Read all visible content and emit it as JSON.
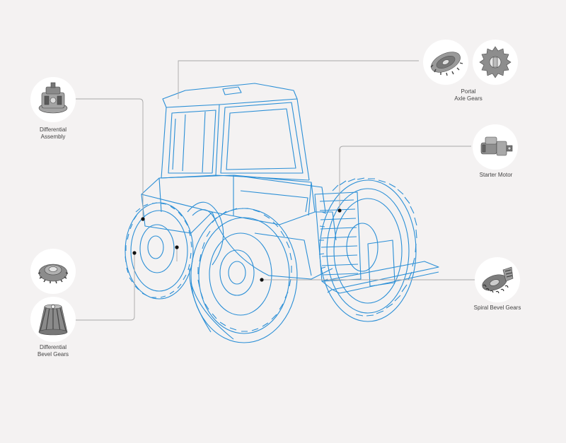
{
  "colors": {
    "background": "#f4f2f2",
    "line_art": "#2b8fd6",
    "callout_line": "#a8a8a8",
    "callout_dot": "#111111",
    "thumb_bg": "#ffffff",
    "part_metal": "#9a9a9a",
    "label_text": "#444444"
  },
  "parts": [
    {
      "id": "portal-axle-gears",
      "label": "Portal\nAxle Gears",
      "icons": [
        "bevel-gear-icon",
        "spur-gear-icon"
      ]
    },
    {
      "id": "differential-assembly",
      "label": "Differential\nAssembly",
      "icons": [
        "differential-housing-icon"
      ]
    },
    {
      "id": "starter-motor",
      "label": "Starter Motor",
      "icons": [
        "starter-motor-icon"
      ]
    },
    {
      "id": "spiral-bevel-gears",
      "label": "Spiral Bevel Gears",
      "icons": [
        "spiral-bevel-gear-icon"
      ]
    },
    {
      "id": "differential-bevel-gears",
      "label": "Differential\nBevel Gears",
      "icons": [
        "side-gear-icon",
        "bevel-pinion-icon"
      ]
    }
  ],
  "illustration": "tractor-wireframe-icon"
}
